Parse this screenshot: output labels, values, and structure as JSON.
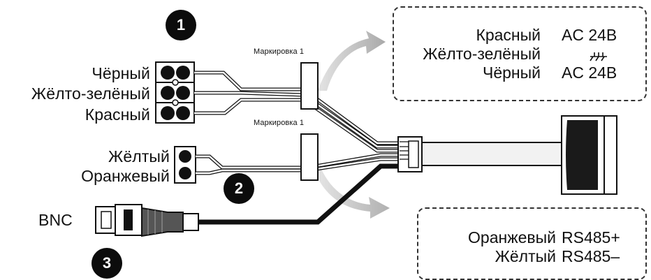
{
  "markers": {
    "one": "1",
    "two": "2",
    "three": "3"
  },
  "left_labels": {
    "black": "Чёрный",
    "yellow_green": "Жёлто-зелёный",
    "red": "Красный",
    "yellow": "Жёлтый",
    "orange": "Оранжевый",
    "bnc": "BNC"
  },
  "marking_tags": [
    "Маркировка 1",
    "Маркировка 1"
  ],
  "power_box": {
    "rows": [
      {
        "color": "Красный",
        "signal": "AC 24В"
      },
      {
        "color": "Жёлто-зелёный",
        "signal": "ground-symbol"
      },
      {
        "color": "Чёрный",
        "signal": "AC 24В"
      }
    ]
  },
  "rs485_box": {
    "rows": [
      {
        "color": "Оранжевый",
        "signal": "RS485+"
      },
      {
        "color": "Жёлтый",
        "signal": "RS485–"
      }
    ]
  },
  "colors": {
    "ink": "#111111",
    "arrow": "#bdbdbd",
    "cable": "#f2f2f2"
  },
  "icons": [
    "ground-icon",
    "curved-arrow-icon",
    "bnc-connector-icon",
    "terminal-block-icon",
    "camera-lens-icon"
  ]
}
